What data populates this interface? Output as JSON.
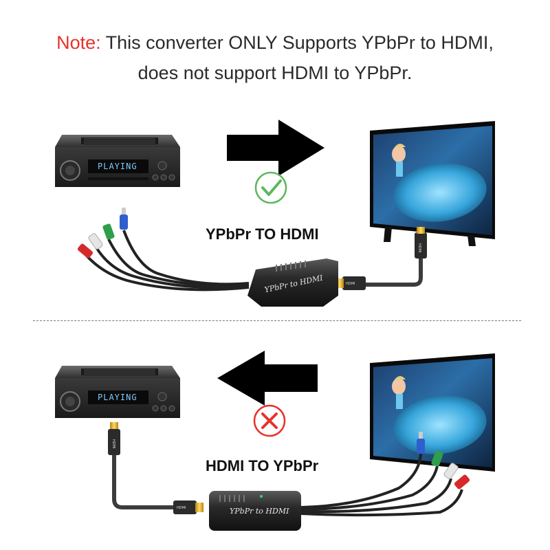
{
  "note": {
    "prefix": "Note:",
    "line1_rest": " This converter ONLY Supports YPbPr to HDMI,",
    "line2": "does not support HDMI to YPbPr."
  },
  "supported": {
    "label": "YPbPr TO HDMI",
    "status": "check",
    "status_color": "#5cb85c",
    "player_display": "PLAYING",
    "converter_text": "YPbPr to HDMI",
    "hdmi_tag": "HDMI"
  },
  "unsupported": {
    "label": "HDMI TO YPbPr",
    "status": "cross",
    "status_color": "#e8322a",
    "player_display": "PLAYING",
    "converter_text": "YPbPr to HDMI",
    "hdmi_tag": "HDMI"
  },
  "icons": [
    "arrow-right-icon",
    "arrow-left-icon",
    "check-icon",
    "cross-icon"
  ]
}
